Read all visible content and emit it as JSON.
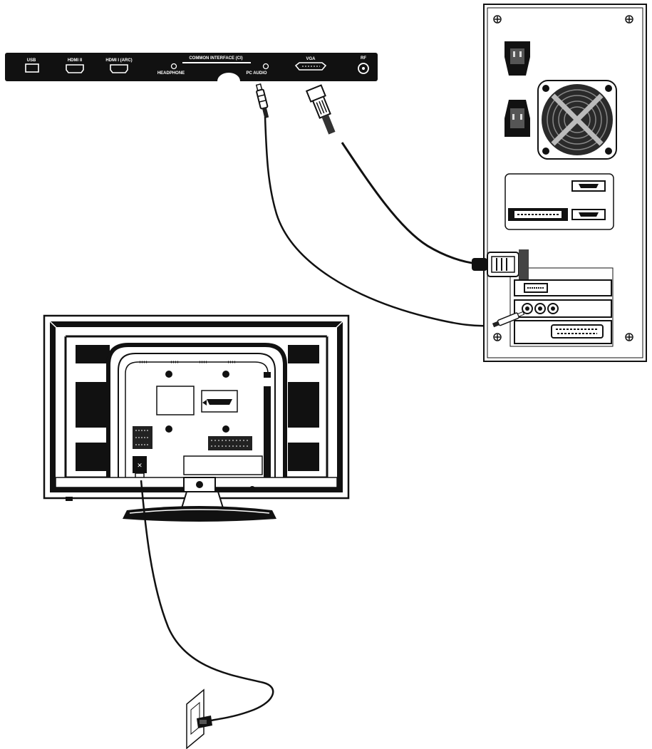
{
  "diagram": {
    "ports": {
      "usb": "USB",
      "hdmi2": "HDMI II",
      "hdmi1": "HDMI I (ARC)",
      "common_interface": "COMMON INTERFACE (CI)",
      "headphone": "HEADPHONE",
      "pc_audio": "PC AUDIO",
      "vga": "VGA",
      "rf": "RF"
    }
  }
}
